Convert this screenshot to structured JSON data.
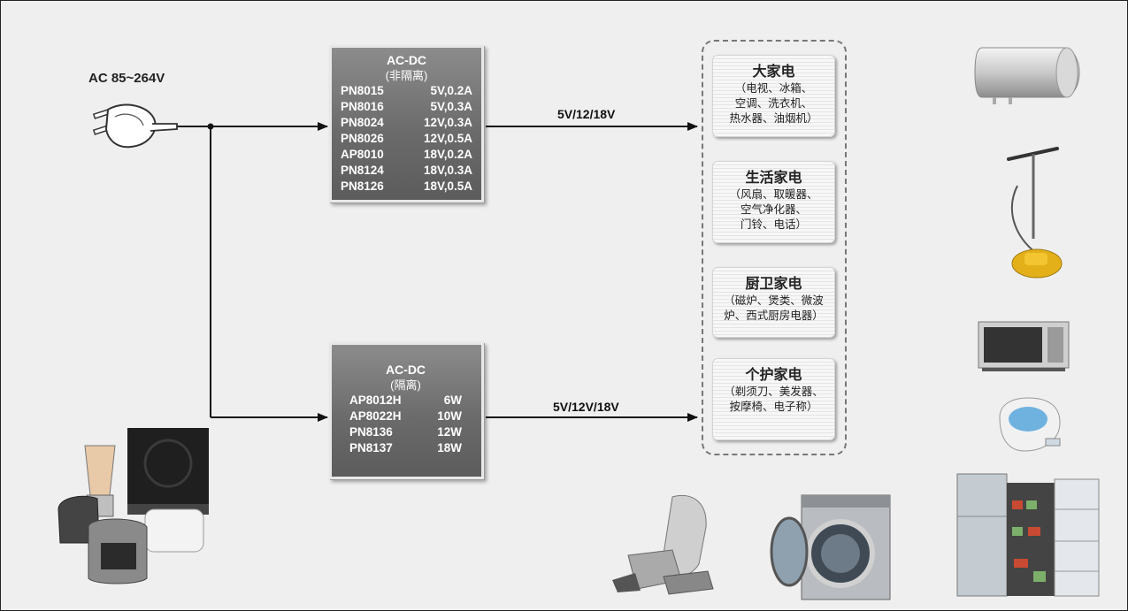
{
  "input": {
    "label": "AC 85~264V",
    "icon": "plug-icon"
  },
  "nonisolated": {
    "title": "AC-DC",
    "subtitle": "(非隔离)",
    "rows": [
      {
        "part": "PN8015",
        "spec": "5V,0.2A"
      },
      {
        "part": "PN8016",
        "spec": "5V,0.3A"
      },
      {
        "part": "PN8024",
        "spec": "12V,0.3A"
      },
      {
        "part": "PN8026",
        "spec": "12V,0.5A"
      },
      {
        "part": "AP8010",
        "spec": "18V,0.2A"
      },
      {
        "part": "PN8124",
        "spec": "18V,0.3A"
      },
      {
        "part": "PN8126",
        "spec": "18V,0.5A"
      }
    ],
    "output": "5V/12/18V"
  },
  "isolated": {
    "title": "AC-DC",
    "subtitle": "(隔离)",
    "rows": [
      {
        "part": "AP8012H",
        "spec": "6W"
      },
      {
        "part": "AP8022H",
        "spec": "10W"
      },
      {
        "part": "PN8136",
        "spec": "12W"
      },
      {
        "part": "PN8137",
        "spec": "18W"
      }
    ],
    "output": "5V/12V/18V"
  },
  "categories": [
    {
      "title": "大家电",
      "lines": [
        "（电视、冰箱、",
        "空调、洗衣机、",
        "热水器、油烟机）"
      ]
    },
    {
      "title": "生活家电",
      "lines": [
        "（风扇、取暖器、",
        "空气净化器、",
        "门铃、电话）"
      ]
    },
    {
      "title": "厨卫家电",
      "lines": [
        "（磁炉、煲类、微波",
        "炉、西式厨房电器）"
      ]
    },
    {
      "title": "个护家电",
      "lines": [
        "（剃须刀、美发器、",
        "按摩椅、电子称）"
      ]
    }
  ],
  "appliances": [
    "water-heater-icon",
    "garment-steamer-icon",
    "microwave-icon",
    "foot-spa-icon",
    "refrigerator-icon",
    "washing-machine-icon",
    "massage-chair-icon",
    "kitchen-appliances-icon"
  ],
  "colors": {
    "module": "#6e6e6e",
    "line": "#111111",
    "background": "#efefef"
  }
}
